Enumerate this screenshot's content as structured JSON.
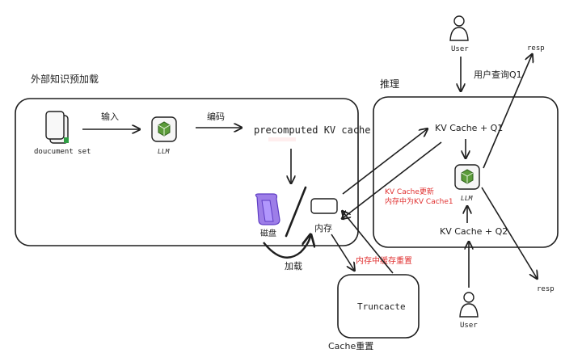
{
  "diagram": {
    "left_section_title": "外部知识预加载",
    "right_section_title": "推理",
    "document_label": "doucument set",
    "llm_label_left": "LLM",
    "llm_label_right": "LLM",
    "edge_input": "输入",
    "edge_encode": "编码",
    "precomputed_label": "precomputed KV cache",
    "disk_label": "磁盘",
    "memory_label": "内存",
    "load_label": "加载",
    "kv_q1": "KV Cache + Q1",
    "kv_q2": "KV Cache + Q2",
    "user_top": "User",
    "user_bottom": "User",
    "user_query": "用户查询Q1",
    "resp_top": "resp",
    "resp_bottom": "resp",
    "kv_update_line1": "KV Cache更新",
    "kv_update_line2": "内存中为KV Cache1",
    "memory_reset": "内存中缓存重置",
    "truncate_label": "Truncacte",
    "cache_reset": "Cache重置"
  },
  "colors": {
    "stroke": "#1e1e1e",
    "annotation_red": "#e03131",
    "llm_icon_green": "#5b9b3a",
    "disk_icon_purple": "#7e5bd6",
    "doc_icon_green": "#2f9e44"
  }
}
